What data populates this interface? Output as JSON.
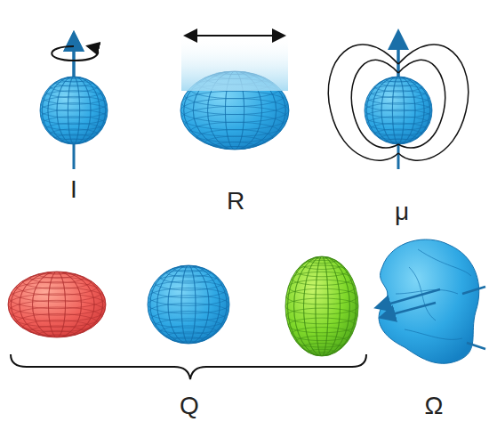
{
  "diagram": {
    "labels": [
      "I",
      "R",
      "μ",
      "Q",
      "Ω"
    ]
  }
}
